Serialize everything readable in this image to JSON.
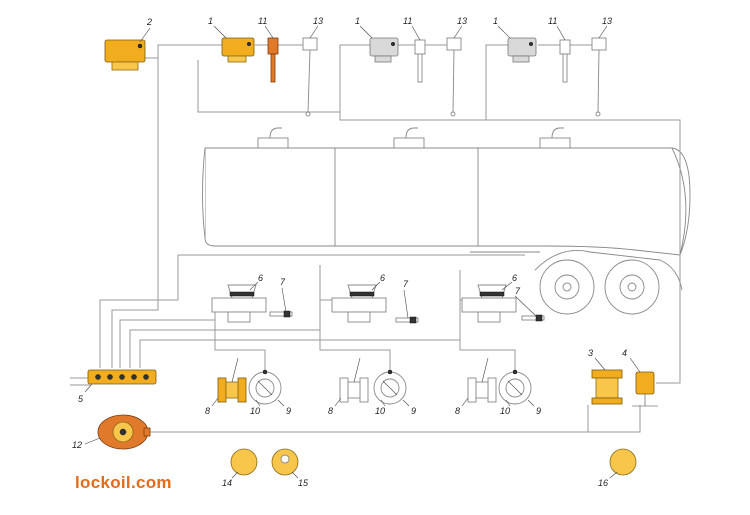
{
  "brand": {
    "text": "lockoil.com",
    "color": "#e56a1a"
  },
  "colors": {
    "component_yellow": "#f2ad1e",
    "component_orange": "#e07a2a",
    "wire": "#9a9a9a",
    "outline": "#888888"
  },
  "callouts": {
    "c1a": "1",
    "c1b": "1",
    "c1c": "1",
    "c2": "2",
    "c3": "3",
    "c4": "4",
    "c5": "5",
    "c6a": "6",
    "c6b": "6",
    "c6c": "6",
    "c7a": "7",
    "c7b": "7",
    "c7c": "7",
    "c8a": "8",
    "c8b": "8",
    "c8c": "8",
    "c9a": "9",
    "c9b": "9",
    "c9c": "9",
    "c10a": "10",
    "c10b": "10",
    "c10c": "10",
    "c11a": "11",
    "c11b": "11",
    "c11c": "11",
    "c12": "12",
    "c13a": "13",
    "c13b": "13",
    "c13c": "13",
    "c14": "14",
    "c15": "15",
    "c16": "16"
  }
}
